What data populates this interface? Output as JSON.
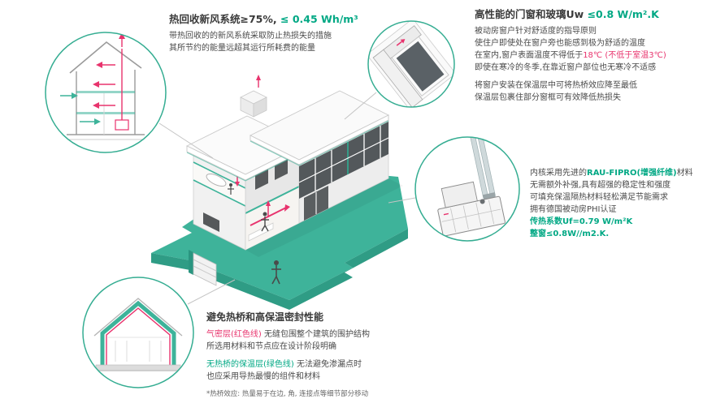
{
  "colors": {
    "accent_teal": "#35ad92",
    "ground_teal": "#3eb39a",
    "green_text": "#00a884",
    "red_line": "#e8336d",
    "dark_text": "#3a3a3a"
  },
  "ventilation": {
    "title_main": "热回收新风系统≥75%,",
    "title_value": " ≤ 0.45 Wh/m³",
    "line1": "带热回收的的新风系统采取防止热损失的措施",
    "line2": "其所节约的能量远超其运行所耗费的能量"
  },
  "windows": {
    "title_main": "高性能的门窗和玻璃Uw ",
    "title_value": "≤0.8 W/m².K",
    "line1": "被动房窗户针对舒适度的指导原则",
    "line2": "使住户即使处在窗户旁也能感到极为舒适的温度",
    "line3_pre": "在室内,窗户表面温度不得低于",
    "line3_temp": "18℃",
    "line3_note": " (不低于室温3℃)",
    "line4": "即使在寒冷的冬季,在靠近窗户部位也无寒冷不适感",
    "line5": "将窗户安装在保温层中可将热桥效应降至最低",
    "line6": "保温层包裹住部分窗框可有效降低热损失"
  },
  "profile": {
    "line1_pre": "内核采用先进的",
    "line1_brand": "RAU-FIPRO(增强纤维)",
    "line1_post": "材料",
    "line2": "无需额外补强,具有超强的稳定性和强度",
    "line3": "可填充保温隔热材料轻松满足节能需求",
    "line4": "拥有德国被动房PHI认证",
    "uf": "传热系数Uf=0.79 W/m²K",
    "uw": "整窗≤0.8W//m2.K."
  },
  "thermal": {
    "title": "避免热桥和高保温密封性能",
    "p1_lead": "气密层(红色线)",
    "p1_rest": " 无缝包围整个建筑的围护结构",
    "p1_line2": "所选用材料和节点应在设计阶段明确",
    "p2_lead": "无热桥的保温层(绿色线)",
    "p2_rest": " 无法避免渗漏点时",
    "p2_line2": "也应采用导热最慢的组件和材料",
    "footnote": "*热桥效应: 热量易于在边, 角, 连接点等细节部分移动"
  }
}
